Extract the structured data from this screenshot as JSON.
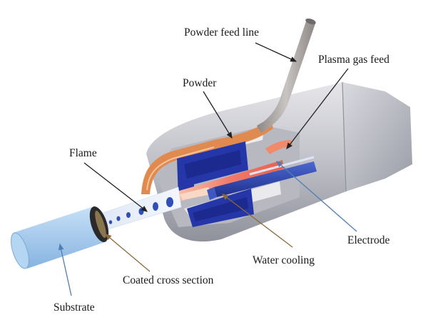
{
  "diagram": {
    "labels": {
      "powder_feed_line": "Powder feed line",
      "plasma_gas_feed": "Plasma gas feed",
      "powder": "Powder",
      "flame": "Flame",
      "electrode": "Electrode",
      "water_cooling": "Water cooling",
      "coated_cross_section": "Coated cross section",
      "substrate": "Substrate"
    },
    "colors": {
      "body": "#c4c5cc",
      "body_dark": "#9c9ea8",
      "copper": "#e08a4f",
      "insulator": "#2436a8",
      "electrode_core": "#2b45b5",
      "plasma": "#f07a6a",
      "substrate": "#a9cdef",
      "feed_tube": "#a9a5a4"
    }
  }
}
